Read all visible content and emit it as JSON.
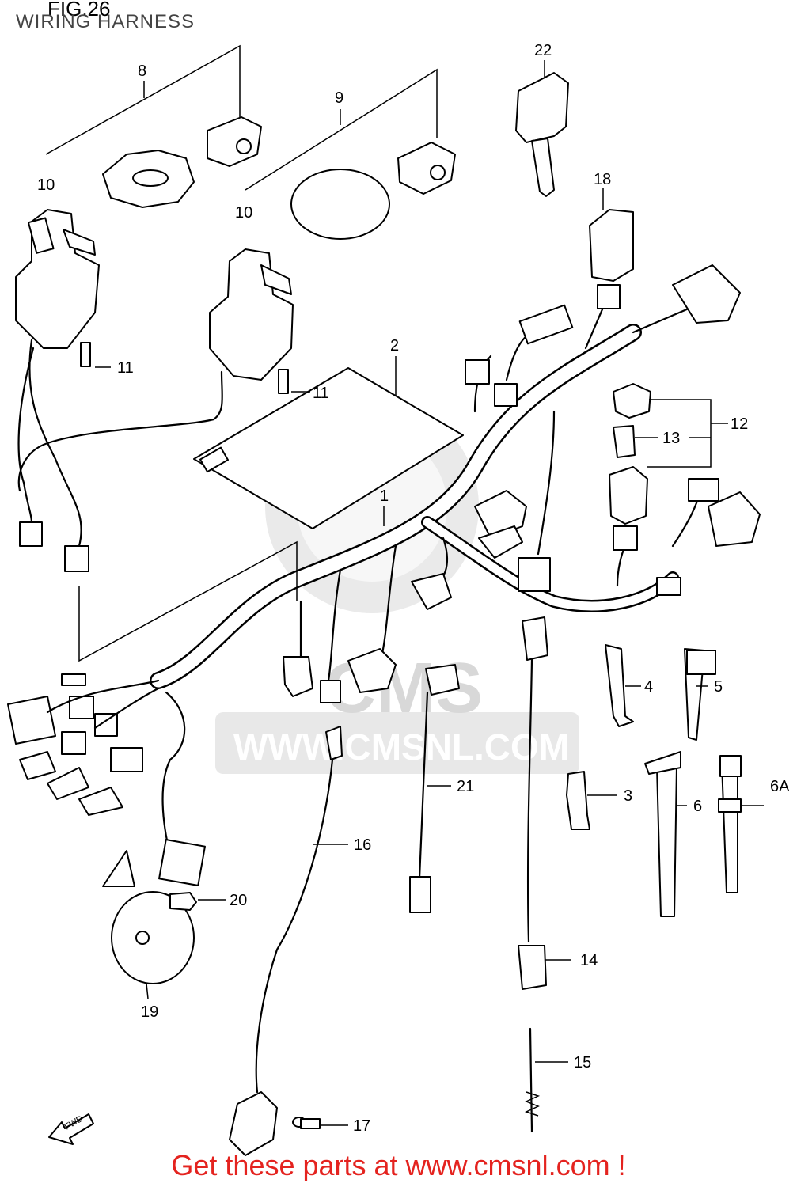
{
  "figure": {
    "title": "FIG.26",
    "subtitle": "WIRING HARNESS"
  },
  "watermark": {
    "brand": "CMS",
    "url": "WWW.CMSNL.COM"
  },
  "footer": {
    "text": "Get these parts at www.cmsnl.com !",
    "color": "#e4231f"
  },
  "callouts": {
    "p1": "1",
    "p2": "2",
    "p3": "3",
    "p4": "4",
    "p5": "5",
    "p6": "6",
    "p6a": "6A",
    "p8": "8",
    "p9": "9",
    "p10a": "10",
    "p10b": "10",
    "p11a": "11",
    "p11b": "11",
    "p12": "12",
    "p13": "13",
    "p14": "14",
    "p15": "15",
    "p16": "16",
    "p17": "17",
    "p18": "18",
    "p19": "19",
    "p20": "20",
    "p21": "21",
    "p22": "22"
  },
  "fwd_label": "FWD"
}
